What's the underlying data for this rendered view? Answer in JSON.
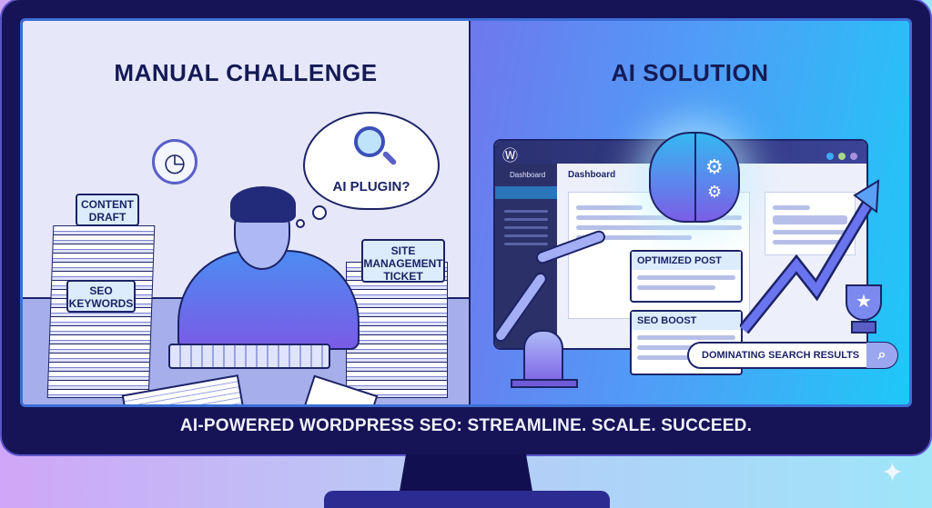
{
  "left_panel": {
    "title": "MANUAL CHALLENGE",
    "thought_bubble": "AI PLUGIN?",
    "labels": [
      "CONTENT DRAFT",
      "SEO KEYWORDS",
      "SITE MANAGEMENT TICKET"
    ]
  },
  "right_panel": {
    "title": "AI SOLUTION",
    "wp_sidebar_item": "Dashboard",
    "wp_header": "Dashboard",
    "cards": [
      "OPTIMIZED POST",
      "SEO BOOST"
    ],
    "search_text": "DOMINATING SEARCH RESULTS",
    "window_dots": [
      "#3fa9f5",
      "#a6d88a",
      "#a98fe0"
    ]
  },
  "tagline": "AI-POWERED WORDPRESS SEO: STREAMLINE. SCALE. SUCCEED.",
  "icons": {
    "search": "⌕",
    "sparkle": "✦",
    "clock": "◷",
    "wordpress": "Ⓦ",
    "star": "★"
  }
}
